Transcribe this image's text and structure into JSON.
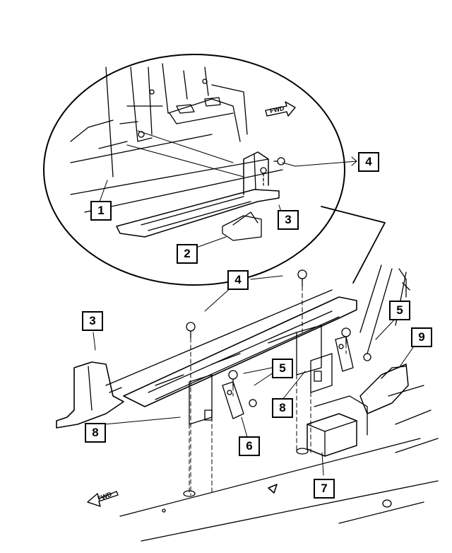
{
  "diagram": {
    "callouts": [
      {
        "id": "c1",
        "label": "1"
      },
      {
        "id": "c2",
        "label": "2"
      },
      {
        "id": "c3-detail",
        "label": "3"
      },
      {
        "id": "c4-detail",
        "label": "4"
      },
      {
        "id": "c4-main",
        "label": "4"
      },
      {
        "id": "c3-main",
        "label": "3"
      },
      {
        "id": "c5-right",
        "label": "5"
      },
      {
        "id": "c9",
        "label": "9"
      },
      {
        "id": "c5-mid",
        "label": "5"
      },
      {
        "id": "c8-mid",
        "label": "8"
      },
      {
        "id": "c8-left",
        "label": "8"
      },
      {
        "id": "c6",
        "label": "6"
      },
      {
        "id": "c7",
        "label": "7"
      }
    ],
    "direction_arrows": [
      {
        "id": "fwd-detail",
        "label": "FWD"
      },
      {
        "id": "fwd-main",
        "label": "FWD"
      }
    ]
  }
}
